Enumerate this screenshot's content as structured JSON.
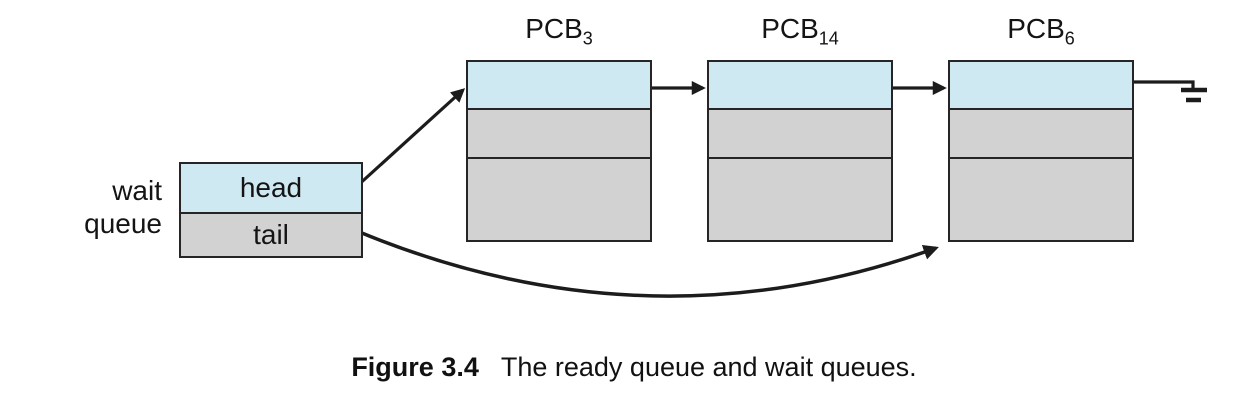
{
  "figure": {
    "caption_label": "Figure 3.4",
    "caption_text": "The ready queue and wait queues."
  },
  "wait_queue": {
    "label_line1": "wait",
    "label_line2": "queue",
    "head_label": "head",
    "tail_label": "tail"
  },
  "pcbs": [
    {
      "name": "PCB",
      "subscript": "3"
    },
    {
      "name": "PCB",
      "subscript": "14"
    },
    {
      "name": "PCB",
      "subscript": "6"
    }
  ],
  "icons": {
    "null_terminator": "ground-symbol"
  },
  "colors": {
    "pointer_cell_fill": "#cfe9f2",
    "body_cell_fill": "#d2d2d2",
    "outline": "#262425",
    "arrow": "#1c1c1c",
    "background": "#ffffff",
    "text": "#141414"
  }
}
